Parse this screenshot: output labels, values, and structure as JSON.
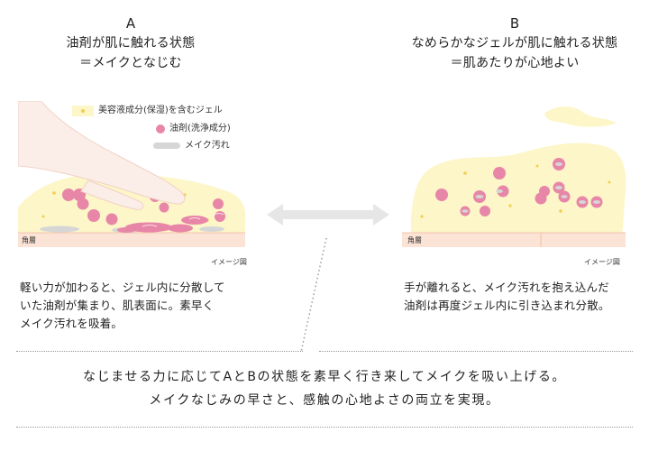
{
  "panel_a": {
    "letter": "A",
    "title_line1": "油剤が肌に触れる状態",
    "title_line2": "＝メイクとなじむ",
    "skin_label": "角層",
    "image_note": "イメージ図",
    "desc_lines": [
      "軽い力が加わると、ジェル内に分散して",
      "いた油剤が集まり、肌表面に。素早く",
      "メイク汚れを吸着。"
    ]
  },
  "panel_b": {
    "letter": "B",
    "title_line1": "なめらかなジェルが肌に触れる状態",
    "title_line2": "＝肌あたりが心地よい",
    "skin_label": "角層",
    "image_note": "イメージ図",
    "desc_lines": [
      "手が離れると、メイク汚れを抱え込んだ",
      "油剤は再度ジェル内に引き込まれ分散。"
    ]
  },
  "legend": {
    "gel": "美容液成分(保湿)を含むジェル",
    "oil": "油剤(洗浄成分)",
    "dirt": "メイク汚れ"
  },
  "footer": {
    "line1": "なじませる力に応じてAとBの状態を素早く行き来してメイクを吸い上げる。",
    "line2": "メイクなじみの早さと、感触の心地よさの両立を実現。"
  },
  "colors": {
    "gel": "#fdf6c8",
    "oil": "#e886a8",
    "dirt": "#d6d6d6",
    "skin": "#fbe3d6",
    "hand": "#fbeee8",
    "arrow": "#e6e6e6"
  }
}
